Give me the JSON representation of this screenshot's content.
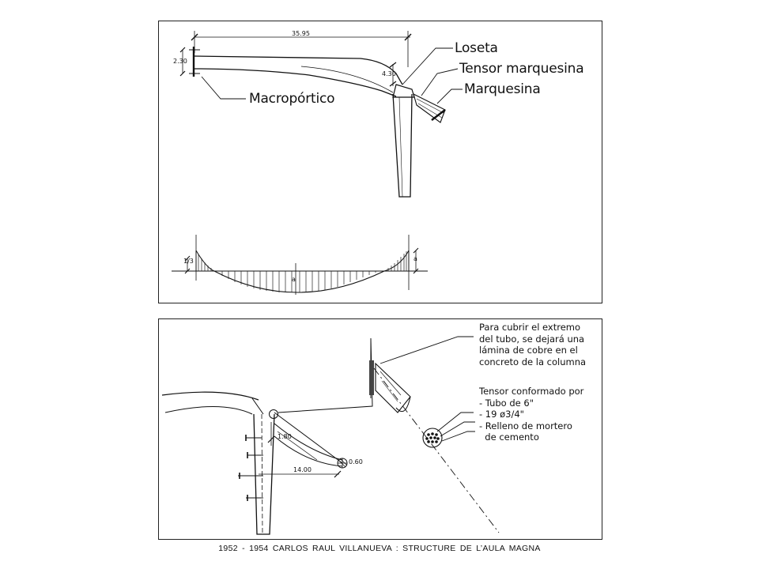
{
  "top_panel": {
    "labels": {
      "loseta": "Loseta",
      "tensor_marquesina": "Tensor marquesina",
      "marquesina": "Marquesina",
      "macroportico": "Macropórtico"
    },
    "dimensions": {
      "span": "35.95",
      "depth_left": "2.30",
      "depth_right": "4.30"
    },
    "moment_diagram": {
      "left_mark": "1/3",
      "center_mark": "a",
      "right_mark": "a"
    }
  },
  "bottom_panel": {
    "note_cover": [
      "Para cubrir el extremo",
      "del tubo, se dejará una",
      "lámina de cobre en el",
      "concreto de la columna"
    ],
    "note_tensor": [
      "Tensor conformado por",
      "- Tubo de 6\"",
      "- 19 ø3/4\"",
      "- Relleno de mortero",
      "  de cemento"
    ],
    "dimensions": {
      "d1": "1.80",
      "d2": "14.00",
      "d3": "0.60"
    }
  },
  "caption": "1952 - 1954   CARLOS  RAUL  VILLANUEVA   :  STRUCTURE  DE  L’AULA  MAGNA"
}
